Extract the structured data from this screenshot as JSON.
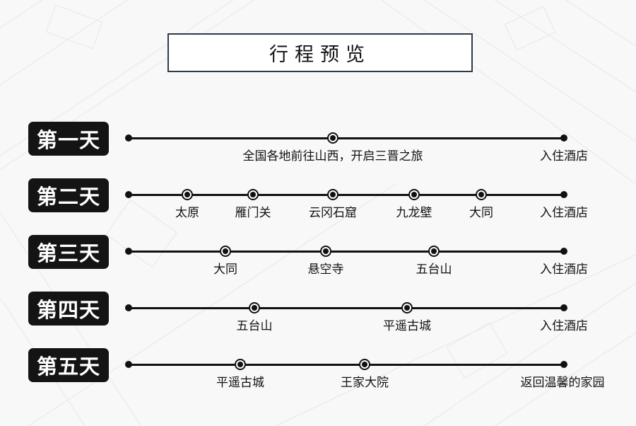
{
  "title": "行程预览",
  "days": [
    {
      "label": "第一天",
      "stops": [
        "全国各地前往山西，开启三晋之旅"
      ],
      "end": "入住酒店"
    },
    {
      "label": "第二天",
      "stops": [
        "太原",
        "雁门关",
        "云冈石窟",
        "九龙壁",
        "大同"
      ],
      "end": "入住酒店"
    },
    {
      "label": "第三天",
      "stops": [
        "大同",
        "悬空寺",
        "五台山"
      ],
      "end": "入住酒店"
    },
    {
      "label": "第四天",
      "stops": [
        "五台山",
        "平遥古城"
      ],
      "end": "入住酒店"
    },
    {
      "label": "第五天",
      "stops": [
        "平遥古城",
        "王家大院"
      ],
      "end": "返回温馨的家园"
    }
  ],
  "colors": {
    "badge": "#141414",
    "line": "#111111",
    "background": "#f8f8f9"
  }
}
